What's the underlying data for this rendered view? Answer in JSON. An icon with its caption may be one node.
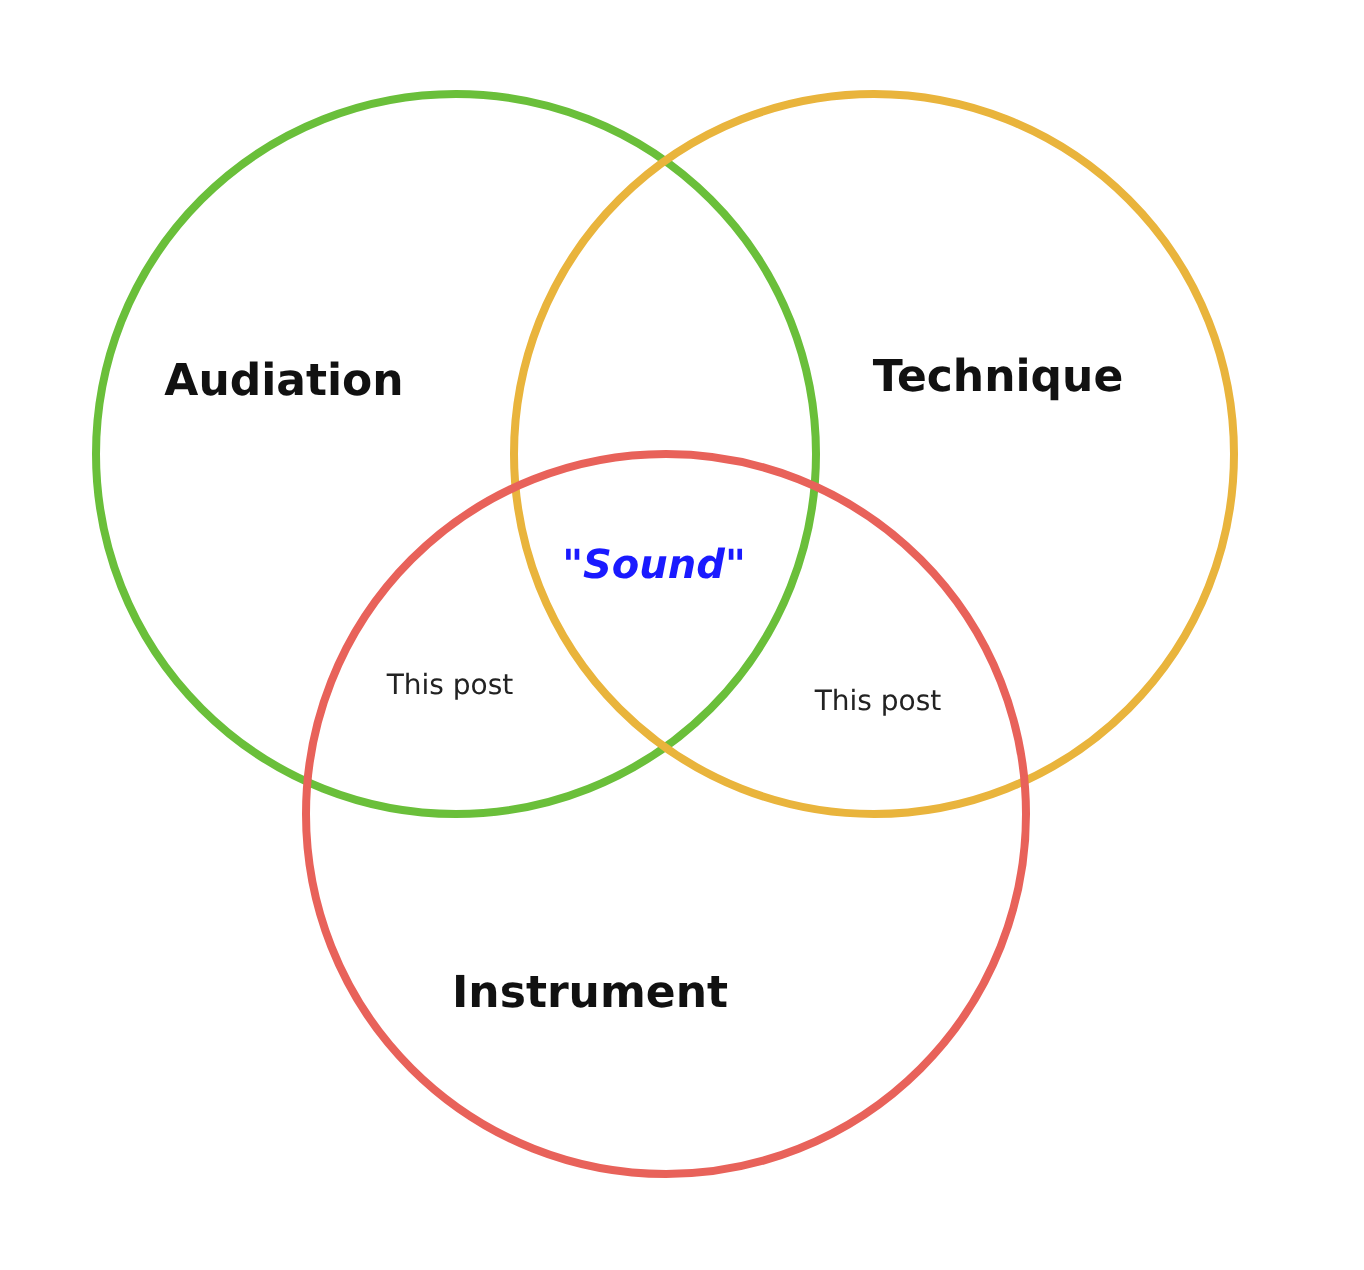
{
  "diagram": {
    "nodes": [
      {
        "text": [
          "Audiation"
        ]
      },
      {
        "text": [
          "Technique"
        ]
      },
      {
        "text": [
          "Instrument"
        ]
      }
    ],
    "labels": [
      "\"Sound\"",
      "This post",
      "This post"
    ]
  }
}
